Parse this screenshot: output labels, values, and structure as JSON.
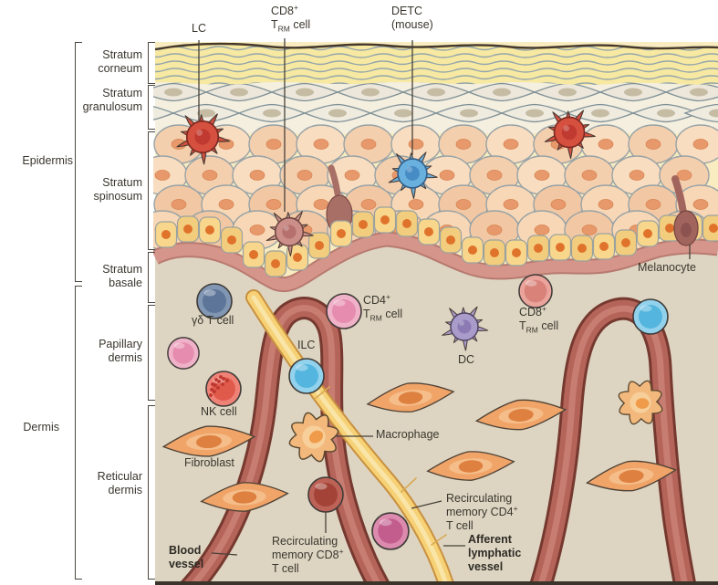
{
  "figure_type": "skin immune cell anatomy diagram",
  "layer_labels": {
    "epidermis": "Epidermis",
    "dermis": "Dermis",
    "stratum_corneum": {
      "l1": "Stratum",
      "l2": "corneum"
    },
    "stratum_granulosum": {
      "l1": "Stratum",
      "l2": "granulosum"
    },
    "stratum_spinosum": {
      "l1": "Stratum",
      "l2": "spinosum"
    },
    "stratum_basale": {
      "l1": "Stratum",
      "l2": "basale"
    },
    "papillary_dermis": {
      "l1": "Papillary",
      "l2": "dermis"
    },
    "reticular_dermis": {
      "l1": "Reticular",
      "l2": "dermis"
    }
  },
  "cell_labels": {
    "lc": "LC",
    "cd8_trm_epidermis": {
      "name": "CD8",
      "sup": "+",
      "t": "T",
      "tsub": "RM",
      "tpost": " cell"
    },
    "detc": {
      "l1": "DETC",
      "l2": "(mouse)"
    },
    "melanocyte": "Melanocyte",
    "gamma_delta": "γδ T cell",
    "cd4_trm": {
      "name": "CD4",
      "sup": "+",
      "t": "T",
      "tsub": "RM",
      "tpost": " cell"
    },
    "ilc": "ILC",
    "dc": "DC",
    "cd8_trm_dermis": {
      "name": "CD8",
      "sup": "+",
      "t": "T",
      "tsub": "RM",
      "tpost": " cell"
    },
    "nk": "NK cell",
    "fibroblast": "Fibroblast",
    "macrophage": "Macrophage",
    "recirculating_cd8": {
      "l1": "Recirculating",
      "l2": "memory CD8",
      "l2sup": "+",
      "l3": "T cell"
    },
    "recirculating_cd4": {
      "l1": "Recirculating",
      "l2": "memory CD4",
      "l2sup": "+",
      "l3": "T cell"
    },
    "afferent_lymphatic": {
      "l1": "Afferent",
      "l2": "lymphatic",
      "l3": "vessel"
    },
    "blood_vessel": {
      "l1": "Blood",
      "l2": "vessel"
    }
  },
  "colors": {
    "dermis_bg": "#ddd5c2",
    "stratum_corneum_fill": "#f7e9a2",
    "spinosum_bg": "#f8ecc0",
    "basale_cell": "#f8d78c",
    "basement_membrane": "#d6958b",
    "blood_vessel": "#b5645a",
    "lymphatic_vessel": "#f6d176",
    "lc_body": "#d6503f",
    "detc_body": "#6ab0de",
    "dc_body": "#a99bca",
    "cd8_trm_epidermis_body": "#cb8e88",
    "gamma_delta_body": "#8096b2",
    "cd4_trm_body": "#efb2c8",
    "ilc_body": "#93d2ec",
    "nk_body": "#ef8276",
    "cd8_trm_dermis_body": "#eaa49c",
    "recirc_cd8_body": "#bd6257",
    "recirc_cd4_body": "#dc8bae",
    "fibroblast_body": "#f0a468",
    "macrophage_body": "#f3b87c",
    "melanocyte_body": "#a2655e"
  }
}
